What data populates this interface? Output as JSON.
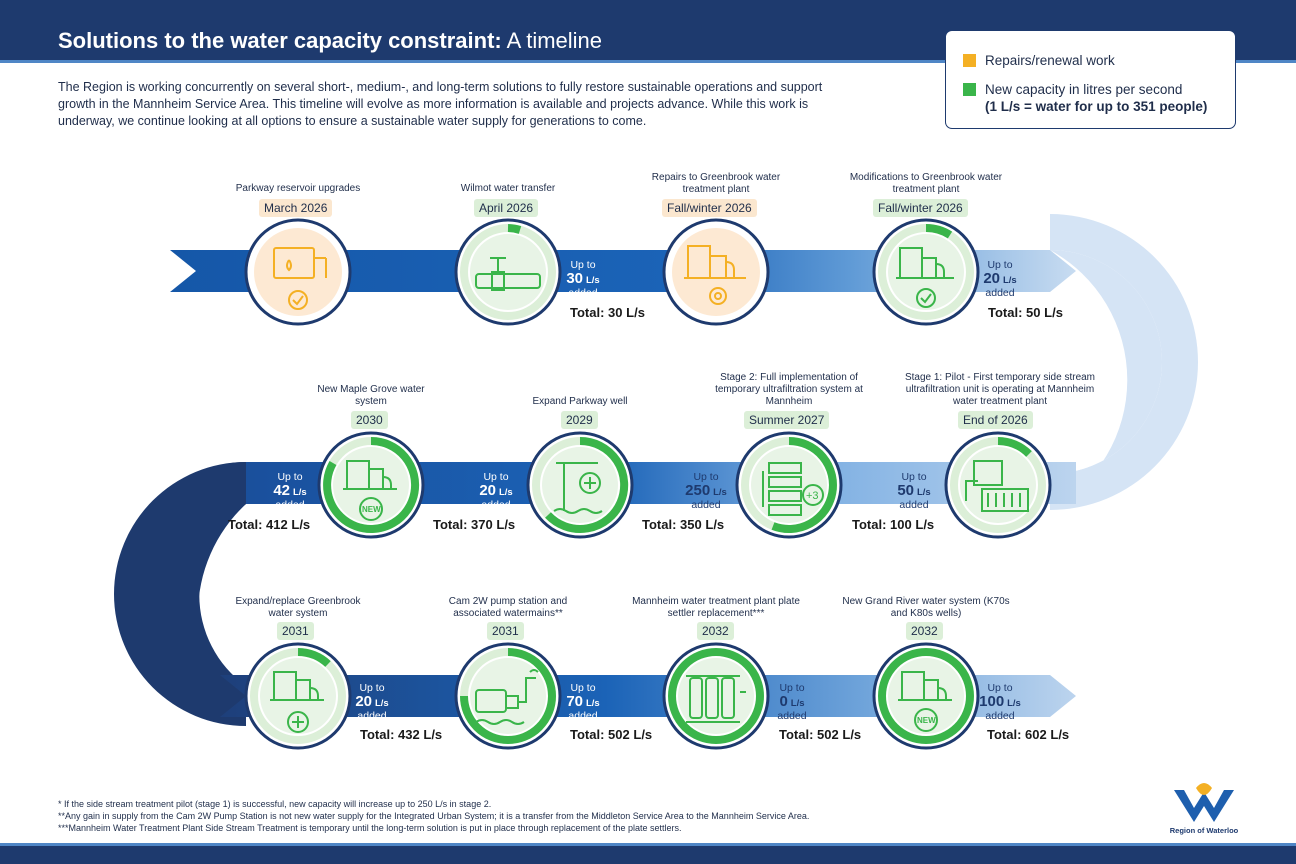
{
  "header": {
    "title_bold": "Solutions to the water capacity constraint:",
    "title_regular": " A timeline"
  },
  "intro": "The Region is working concurrently on several short-, medium-, and long-term solutions to fully restore sustainable operations and support growth in the Mannheim Service Area. This timeline will evolve as more information is available and projects advance. While this work is underway, we continue looking at all options to ensure a sustainable water supply for generations to come.",
  "legend": {
    "repairs": "Repairs/renewal work",
    "new_capacity": "New capacity in litres per second",
    "new_capacity_note": "(1 L/s = water for up to 351 people)",
    "repairs_color": "#f4b024",
    "new_capacity_color": "#3ab54a"
  },
  "milestones": [
    {
      "caption": "Parkway reservoir upgrades",
      "date": "March 2026",
      "kind": "repair",
      "icon": "reservoir-check-icon"
    },
    {
      "caption": "Wilmot water transfer",
      "date": "April 2026",
      "kind": "capacity",
      "icon": "pipe-valve-icon",
      "up_to": "Up to",
      "amount": "30",
      "unit": "L/s",
      "added": "added",
      "total_label": "Total:",
      "total": "30",
      "total_unit": "L/s"
    },
    {
      "caption": "Repairs to Greenbrook water treatment plant",
      "date": "Fall/winter 2026",
      "kind": "repair",
      "icon": "plant-wrench-icon"
    },
    {
      "caption": "Modifications to Greenbrook water treatment plant",
      "date": "Fall/winter 2026",
      "kind": "capacity",
      "icon": "plant-check-icon",
      "up_to": "Up to",
      "amount": "20",
      "unit": "L/s",
      "added": "added",
      "total_label": "Total:",
      "total": "50",
      "total_unit": "L/s"
    },
    {
      "caption": "Stage 1: Pilot - First temporary side stream ultrafiltration unit is operating at Mannheim water treatment plant",
      "date": "End of 2026",
      "kind": "capacity",
      "icon": "ultrafiltration-unit-icon",
      "up_to": "Up to",
      "amount": "50",
      "unit": "L/s",
      "added": "added",
      "total_label": "Total:",
      "total": "100",
      "total_unit": "L/s"
    },
    {
      "caption": "Stage 2: Full implementation of temporary ultrafiltration system at Mannheim",
      "date": "Summer 2027",
      "kind": "capacity",
      "icon": "ultrafiltration-plus3-icon",
      "up_to": "Up to",
      "amount": "250",
      "unit": "L/s",
      "added": "added",
      "total_label": "Total:",
      "total": "350",
      "total_unit": "L/s"
    },
    {
      "caption": "Expand Parkway well",
      "date": "2029",
      "kind": "capacity",
      "icon": "well-plus-icon",
      "up_to": "Up to",
      "amount": "20",
      "unit": "L/s",
      "added": "added",
      "total_label": "Total:",
      "total": "370",
      "total_unit": "L/s"
    },
    {
      "caption": "New Maple Grove water system",
      "date": "2030",
      "kind": "capacity",
      "icon": "plant-new-icon",
      "up_to": "Up to",
      "amount": "42",
      "unit": "L/s",
      "added": "added",
      "total_label": "Total:",
      "total": "412",
      "total_unit": "L/s"
    },
    {
      "caption": "Expand/replace Greenbrook water system",
      "date": "2031",
      "kind": "capacity",
      "icon": "plant-plus-icon",
      "up_to": "Up to",
      "amount": "20",
      "unit": "L/s",
      "added": "added",
      "total_label": "Total:",
      "total": "432",
      "total_unit": "L/s"
    },
    {
      "caption": "Cam 2W pump station and associated watermains**",
      "date": "2031",
      "kind": "capacity",
      "icon": "pump-station-icon",
      "up_to": "Up to",
      "amount": "70",
      "unit": "L/s",
      "added": "added",
      "total_label": "Total:",
      "total": "502",
      "total_unit": "L/s"
    },
    {
      "caption": "Mannheim water treatment plant plate settler replacement***",
      "date": "2032",
      "kind": "capacity",
      "icon": "plate-settler-icon",
      "up_to": "Up to",
      "amount": "0",
      "unit": "L/s",
      "added": "added",
      "total_label": "Total:",
      "total": "502",
      "total_unit": "L/s"
    },
    {
      "caption": "New Grand River water system (K70s and K80s wells)",
      "date": "2032",
      "kind": "capacity",
      "icon": "plant-new-icon",
      "up_to": "Up to",
      "amount": "100",
      "unit": "L/s",
      "added": "added",
      "total_label": "Total:",
      "total": "602",
      "total_unit": "L/s"
    }
  ],
  "footnotes": [
    "* If the side stream treatment pilot (stage 1) is successful, new capacity will increase up to 250 L/s in stage 2.",
    "**Any gain in supply from the Cam 2W Pump Station is not new water supply for the Integrated Urban System; it is a transfer from the Middleton Service Area to the Mannheim Service Area.",
    "***Mannheim Water Treatment Plant Side Stream Treatment is temporary until the long-term solution is put in place through replacement of the plate settlers."
  ],
  "logo": {
    "text": "Region of Waterloo",
    "icon": "region-logo-icon"
  }
}
